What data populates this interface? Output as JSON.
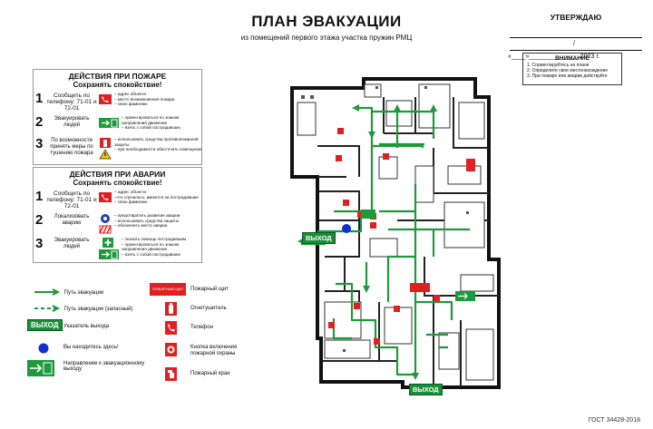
{
  "header": {
    "title": "ПЛАН ЭВАКУАЦИИ",
    "subtitle": "из помещений первого этажа участка пружин РМЦ"
  },
  "approve": {
    "title": "УТВЕРЖДАЮ",
    "line2_right": "/",
    "date_line": "«____»______________ 2023 г."
  },
  "notice": {
    "title": "ВНИМАНИЕ",
    "items": [
      "1. Сориентируйтесь на плане",
      "2. Определите свое местонахождение",
      "3. При пожаре или аварии действуйте"
    ]
  },
  "fire_panel": {
    "title": "ДЕЙСТВИЯ ПРИ ПОЖАРЕ",
    "subtitle": "Сохранять спокойствие!",
    "steps": [
      {
        "num": "1",
        "text": "Сообщить по телефону: 71-01 и 72-01",
        "desc": "– адрес объекта\n– место возникновения пожара\n– свою фамилию"
      },
      {
        "num": "2",
        "text": "Эвакуировать людей",
        "desc": "– ориентироваться по знакам направления движения\n– взять с собой пострадавших"
      },
      {
        "num": "3",
        "text": "По возможности принять меры по тушению пожара",
        "desc": "– использовать средства противопожарной защиты\n– при необходимости обесточить помещение"
      }
    ]
  },
  "accident_panel": {
    "title": "ДЕЙСТВИЯ ПРИ АВАРИИ",
    "subtitle": "Сохранять спокойствие!",
    "steps": [
      {
        "num": "1",
        "text": "Сообщить по телефону: 71-01 и 72-01",
        "desc": "– адрес объекта\n–что случилось, имеются ли пострадавшие\n– свою фамилию"
      },
      {
        "num": "2",
        "text": "Локализовать аварию",
        "desc": "– предотвратить развитие аварии\n– использовать средства защиты\n– обозначить место аварии"
      },
      {
        "num": "3",
        "text": "Эвакуировать людей",
        "desc": "– оказать помощь пострадавшим\n– ориентироваться по знакам направления движения\n– взять с собой пострадавших"
      }
    ]
  },
  "legend": {
    "evac_route": "Путь эвакуации",
    "evac_route_spare": "Путь эвакуации (запасный)",
    "exit_sign_text": "ВЫХОД",
    "exit_sign_label": "Указатель выхода",
    "you_are_here": "Вы находитесь здесь!",
    "direction_label": "Направление к эвакуационному выходу",
    "fire_board_text": "ПОЖАРНЫЙ ЩИТ",
    "fire_board_label": "Пожарный щит",
    "extinguisher_label": "Огнетушитель",
    "phone_label": "Телефон",
    "alarm_button_label": "Кнопка включения пожарной охраны",
    "fire_hydrant_label": "Пожарный кран"
  },
  "plan": {
    "exit_left": "ВЫХОД",
    "exit_bottom": "ВЫХОД"
  },
  "footer": {
    "gost": "ГОСТ 34428-2018"
  },
  "colors": {
    "evac_green": "#1e9a3c",
    "fire_red": "#e02020",
    "you_blue": "#1030d0"
  }
}
